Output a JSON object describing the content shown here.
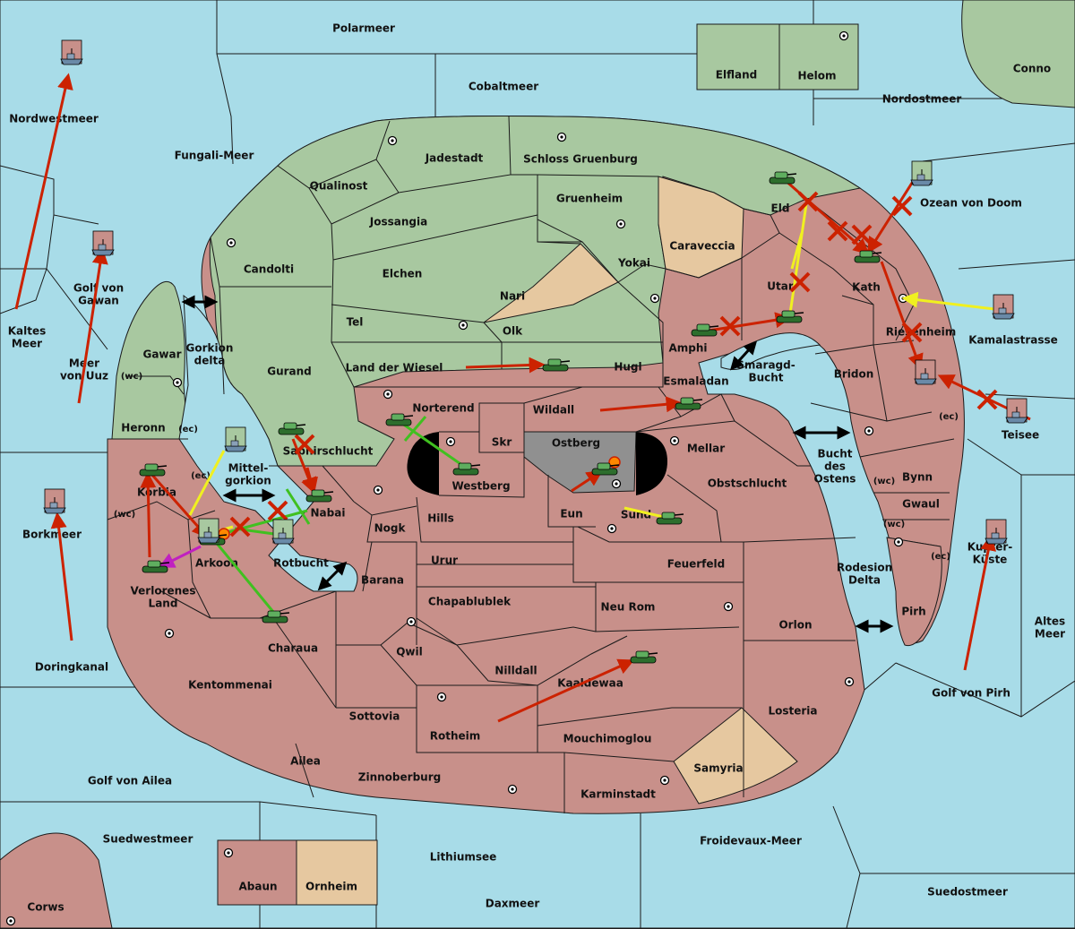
{
  "map": {
    "title": "",
    "seas": [
      {
        "id": "polarmeer",
        "name": "Polarmeer"
      },
      {
        "id": "cobaltmeer",
        "name": "Cobaltmeer"
      },
      {
        "id": "nordostmeer",
        "name": "Nordostmeer"
      },
      {
        "id": "nordwestmeer",
        "name": "Nordwestmeer"
      },
      {
        "id": "fungali",
        "name": "Fungali-Meer"
      },
      {
        "id": "kaltes1",
        "name": "Kaltes"
      },
      {
        "id": "kaltes2",
        "name": "Meer"
      },
      {
        "id": "gawan1",
        "name": "Golf von"
      },
      {
        "id": "gawan2",
        "name": "Gawan"
      },
      {
        "id": "uuz1",
        "name": "Meer"
      },
      {
        "id": "uuz2",
        "name": "von Uuz"
      },
      {
        "id": "gorkiondelta1",
        "name": "Gorkion"
      },
      {
        "id": "gorkiondelta2",
        "name": "delta"
      },
      {
        "id": "mittelgorkion1",
        "name": "Mittel-"
      },
      {
        "id": "mittelgorkion2",
        "name": "gorkion"
      },
      {
        "id": "rotbucht",
        "name": "Rotbucht"
      },
      {
        "id": "borkmeer",
        "name": "Borkmeer"
      },
      {
        "id": "doringkanal",
        "name": "Doringkanal"
      },
      {
        "id": "ailea",
        "name": "Golf von Ailea"
      },
      {
        "id": "suedwestmeer",
        "name": "Suedwestmeer"
      },
      {
        "id": "lithiumsee",
        "name": "Lithiumsee"
      },
      {
        "id": "daxmeer",
        "name": "Daxmeer"
      },
      {
        "id": "froidevaux",
        "name": "Froidevaux-Meer"
      },
      {
        "id": "suedostmeer",
        "name": "Suedostmeer"
      },
      {
        "id": "pirhgolf",
        "name": "Golf von Pirh"
      },
      {
        "id": "altes1",
        "name": "Altes"
      },
      {
        "id": "altes2",
        "name": "Meer"
      },
      {
        "id": "kamala",
        "name": "Kamalastrasse"
      },
      {
        "id": "doom",
        "name": "Ozean von Doom"
      },
      {
        "id": "smaragd1",
        "name": "Smaragd-"
      },
      {
        "id": "smaragd2",
        "name": "Bucht"
      },
      {
        "id": "bucht1",
        "name": "Bucht"
      },
      {
        "id": "bucht2",
        "name": "des"
      },
      {
        "id": "bucht3",
        "name": "Ostens"
      },
      {
        "id": "rodesion1",
        "name": "Rodesion"
      },
      {
        "id": "rodesion2",
        "name": "Delta"
      }
    ],
    "provinces": [
      {
        "id": "conno",
        "name": "Conno"
      },
      {
        "id": "elfland",
        "name": "Elfland"
      },
      {
        "id": "helom",
        "name": "Helom"
      },
      {
        "id": "jadestadt",
        "name": "Jadestadt"
      },
      {
        "id": "schloss",
        "name": "Schloss Gruenburg"
      },
      {
        "id": "qualinost",
        "name": "Qualinost"
      },
      {
        "id": "jossangia",
        "name": "Jossangia"
      },
      {
        "id": "gruenheim",
        "name": "Gruenheim"
      },
      {
        "id": "caraveccia",
        "name": "Caraveccia"
      },
      {
        "id": "eld",
        "name": "Eld"
      },
      {
        "id": "candolti",
        "name": "Candolti"
      },
      {
        "id": "elchen",
        "name": "Elchen"
      },
      {
        "id": "yokai",
        "name": "Yokai"
      },
      {
        "id": "nari",
        "name": "Nari"
      },
      {
        "id": "utar",
        "name": "Utar"
      },
      {
        "id": "kath",
        "name": "Kath"
      },
      {
        "id": "tel",
        "name": "Tel"
      },
      {
        "id": "olk",
        "name": "Olk"
      },
      {
        "id": "amphi",
        "name": "Amphi"
      },
      {
        "id": "riesenheim",
        "name": "Riesenheim"
      },
      {
        "id": "gawar",
        "name": "Gawar"
      },
      {
        "id": "gurand",
        "name": "Gurand"
      },
      {
        "id": "landwiesel",
        "name": "Land der Wiesel"
      },
      {
        "id": "hugl",
        "name": "Hugl"
      },
      {
        "id": "esmaladan",
        "name": "Esmaladan"
      },
      {
        "id": "bridon",
        "name": "Bridon"
      },
      {
        "id": "heronn",
        "name": "Heronn"
      },
      {
        "id": "norterend",
        "name": "Norterend"
      },
      {
        "id": "wildall",
        "name": "Wildall"
      },
      {
        "id": "skr",
        "name": "Skr"
      },
      {
        "id": "ostberg",
        "name": "Ostberg"
      },
      {
        "id": "mellar",
        "name": "Mellar"
      },
      {
        "id": "saphir",
        "name": "Saphirschlucht"
      },
      {
        "id": "westberg",
        "name": "Westberg"
      },
      {
        "id": "obstschlucht",
        "name": "Obstschlucht"
      },
      {
        "id": "bynn",
        "name": "Bynn"
      },
      {
        "id": "korbia",
        "name": "Korbia"
      },
      {
        "id": "nabai",
        "name": "Nabai"
      },
      {
        "id": "hills",
        "name": "Hills"
      },
      {
        "id": "eun",
        "name": "Eun"
      },
      {
        "id": "sund",
        "name": "Sund"
      },
      {
        "id": "gwaul",
        "name": "Gwaul"
      },
      {
        "id": "nogk",
        "name": "Nogk"
      },
      {
        "id": "arkoon",
        "name": "Arkoon"
      },
      {
        "id": "urur",
        "name": "Urur"
      },
      {
        "id": "feuerfeld",
        "name": "Feuerfeld"
      },
      {
        "id": "barana",
        "name": "Barana"
      },
      {
        "id": "verloren1",
        "name": "Verlorenes"
      },
      {
        "id": "verloren2",
        "name": "Land"
      },
      {
        "id": "chapa",
        "name": "Chapablublek"
      },
      {
        "id": "neurom",
        "name": "Neu Rom"
      },
      {
        "id": "orlon",
        "name": "Orlon"
      },
      {
        "id": "pirh",
        "name": "Pirh"
      },
      {
        "id": "charaua",
        "name": "Charaua"
      },
      {
        "id": "qwil",
        "name": "Qwil"
      },
      {
        "id": "nilldall",
        "name": "Nilldall"
      },
      {
        "id": "kaaldewaa",
        "name": "Kaaldewaa"
      },
      {
        "id": "kentommenai",
        "name": "Kentommenai"
      },
      {
        "id": "sottovia",
        "name": "Sottovia"
      },
      {
        "id": "losteria",
        "name": "Losteria"
      },
      {
        "id": "rotheim",
        "name": "Rotheim"
      },
      {
        "id": "mouchimo",
        "name": "Mouchimoglou"
      },
      {
        "id": "ailea",
        "name": "Ailea"
      },
      {
        "id": "samyria",
        "name": "Samyria"
      },
      {
        "id": "zinnoberburg",
        "name": "Zinnoberburg"
      },
      {
        "id": "karminstadt",
        "name": "Karminstadt"
      },
      {
        "id": "abaun",
        "name": "Abaun"
      },
      {
        "id": "ornheim",
        "name": "Ornheim"
      },
      {
        "id": "corws",
        "name": "Corws"
      },
      {
        "id": "kupfer1",
        "name": "Kupfer-"
      },
      {
        "id": "kupfer2",
        "name": "Küste"
      },
      {
        "id": "teisee",
        "name": "Teisee"
      }
    ],
    "coast_tags": [
      {
        "id": "wc1",
        "text": "(wc)"
      },
      {
        "id": "ec1",
        "text": "(ec)"
      },
      {
        "id": "ec2",
        "text": "(ec)"
      },
      {
        "id": "wc2",
        "text": "(wc)"
      },
      {
        "id": "ec3",
        "text": "(ec)"
      },
      {
        "id": "wc3",
        "text": "(wc)"
      },
      {
        "id": "wc4",
        "text": "(wc)"
      },
      {
        "id": "ec4",
        "text": "(ec)"
      }
    ],
    "colors": {
      "sea": "#a8dce8",
      "enemy_land": "#c8908a",
      "friendly_land": "#a8c8a0",
      "neutral_land": "#e6c8a0",
      "impassable": "#909090",
      "order_move": "#cc2200",
      "order_support_yellow": "#f0f020",
      "order_support_green": "#40c020",
      "order_retreat": "#c020c0"
    },
    "unit_icons": [
      "army-tank-icon",
      "fleet-ship-icon",
      "supply-center-icon",
      "bounce-x-icon",
      "explosion-icon",
      "swap-arrow-icon"
    ]
  }
}
